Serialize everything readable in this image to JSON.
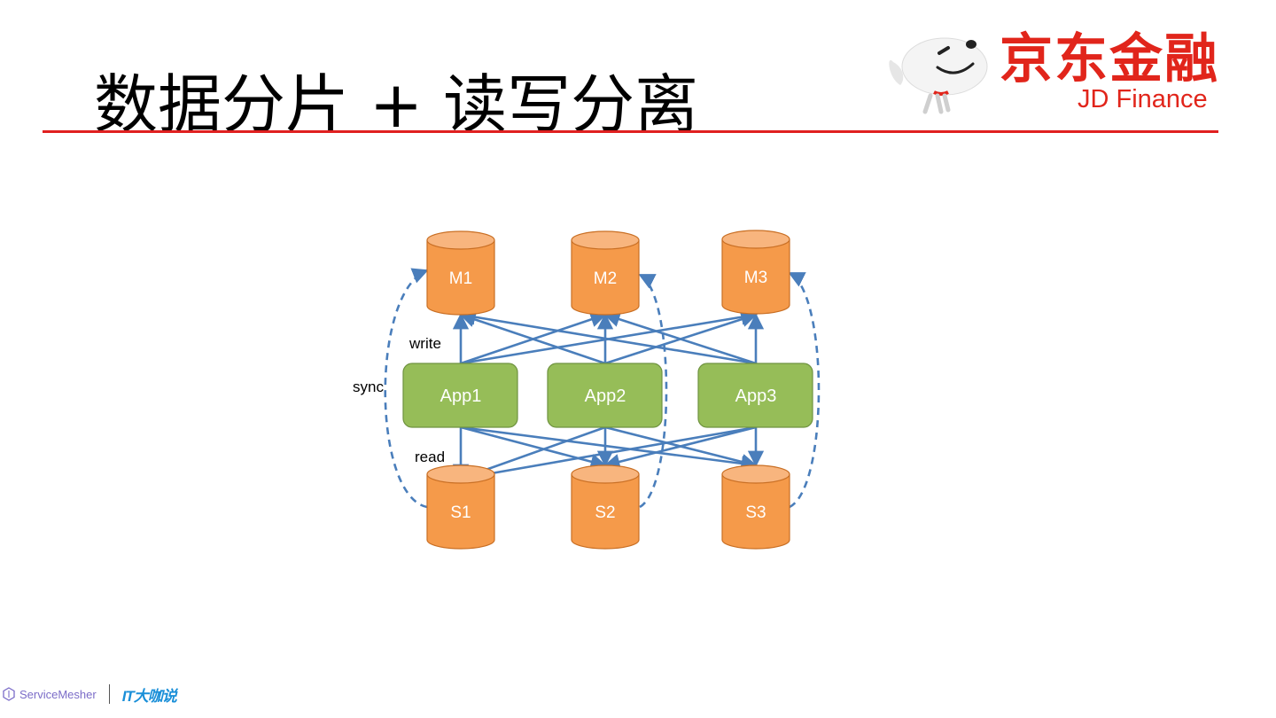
{
  "slide": {
    "title": "数据分片 + 读写分离"
  },
  "logo": {
    "brand_cn": "京东金融",
    "brand_en": "JD Finance",
    "mascot_icon": "jd-dog-mascot-icon",
    "color": "#e1251b"
  },
  "diagram": {
    "masters": [
      "M1",
      "M2",
      "M3"
    ],
    "apps": [
      "App1",
      "App2",
      "App3"
    ],
    "slaves": [
      "S1",
      "S2",
      "S3"
    ],
    "labels": {
      "write": "write",
      "read": "read",
      "sync": "sync"
    },
    "colors": {
      "db": "#f59a4a",
      "db_top": "#f8b57e",
      "db_border": "#c96f24",
      "app": "#96bd58",
      "app_border": "#6f9340",
      "arrow": "#4a7ebb"
    }
  },
  "footer": {
    "servicemesher": "ServiceMesher",
    "it_brand": "IT大咖说",
    "servicemesher_icon": "hexagon-logo-icon"
  }
}
